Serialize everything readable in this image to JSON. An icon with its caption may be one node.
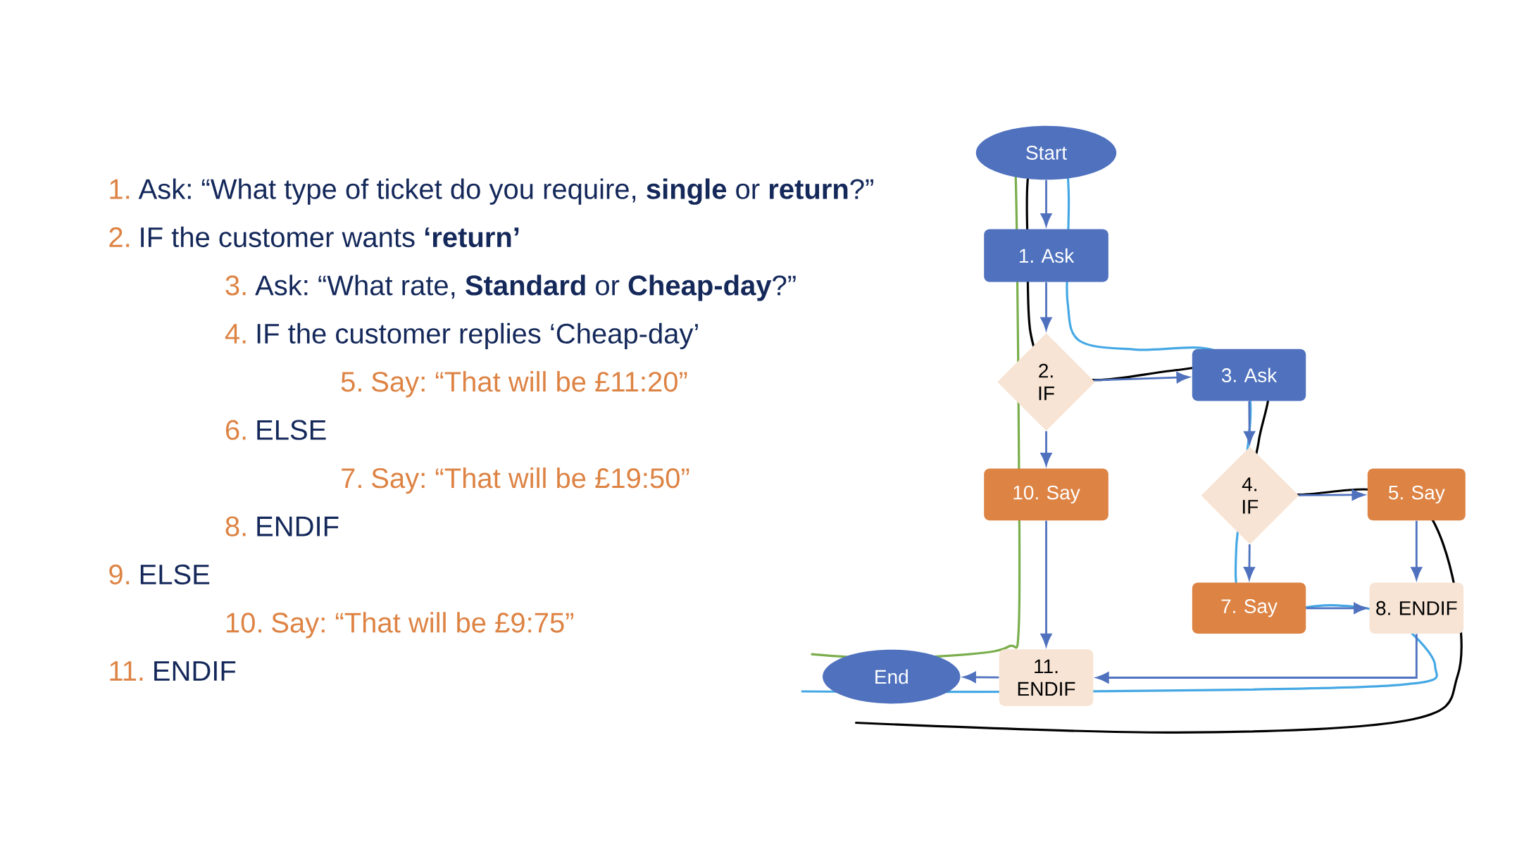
{
  "diagram": {
    "nodes": [
      {
        "text": [
          "Start"
        ]
      },
      {
        "text": [
          "1. Ask"
        ]
      },
      {
        "text": [
          "2. IF"
        ]
      },
      {
        "text": [
          "3. Ask"
        ]
      },
      {
        "text": [
          "10. Say"
        ]
      },
      {
        "text": [
          "4. IF"
        ]
      },
      {
        "text": [
          "5. Say"
        ]
      },
      {
        "text": [
          "7. Say"
        ]
      },
      {
        "text": [
          "8. ENDIF"
        ]
      },
      {
        "text": [
          "End"
        ]
      },
      {
        "text": [
          "11. ENDIF"
        ]
      }
    ],
    "edges": [
      {
        "from": 0,
        "to": 1,
        "arrow": "to"
      },
      {
        "from": 1,
        "to": 2,
        "arrow": "to"
      },
      {
        "from": 2,
        "to": 3,
        "arrow": "to"
      },
      {
        "from": 2,
        "to": 4,
        "arrow": "to"
      },
      {
        "from": 3,
        "to": 5,
        "arrow": "to"
      },
      {
        "from": 5,
        "to": 6,
        "arrow": "to"
      },
      {
        "from": 5,
        "to": 7,
        "arrow": "to"
      },
      {
        "from": 6,
        "to": 8,
        "arrow": "to"
      },
      {
        "from": 7,
        "to": 8,
        "arrow": "to"
      },
      {
        "from": 4,
        "to": 10,
        "arrow": "to"
      },
      {
        "from": 8,
        "to": 10,
        "arrow": "to"
      },
      {
        "from": 10,
        "to": 9,
        "arrow": "to"
      }
    ],
    "labels": [
      "1.",
      "Ask: “What type of ticket do you require, **single** or **return**?”",
      "2.",
      "IF the customer wants **‘return’**",
      "3.",
      "Ask: “What rate, **Standard** or **Cheap-day**?”",
      "4.",
      "IF the customer replies ‘Cheap-day’",
      "5.",
      "Say: “That will be £11:20”",
      "6.",
      "ELSE",
      "7.",
      "Say: “That will be £19:50”",
      "8.",
      "ENDIF",
      "9.",
      "ELSE",
      "10.",
      "Say: “That will be £9:75”",
      "11.",
      "ENDIF"
    ]
  }
}
